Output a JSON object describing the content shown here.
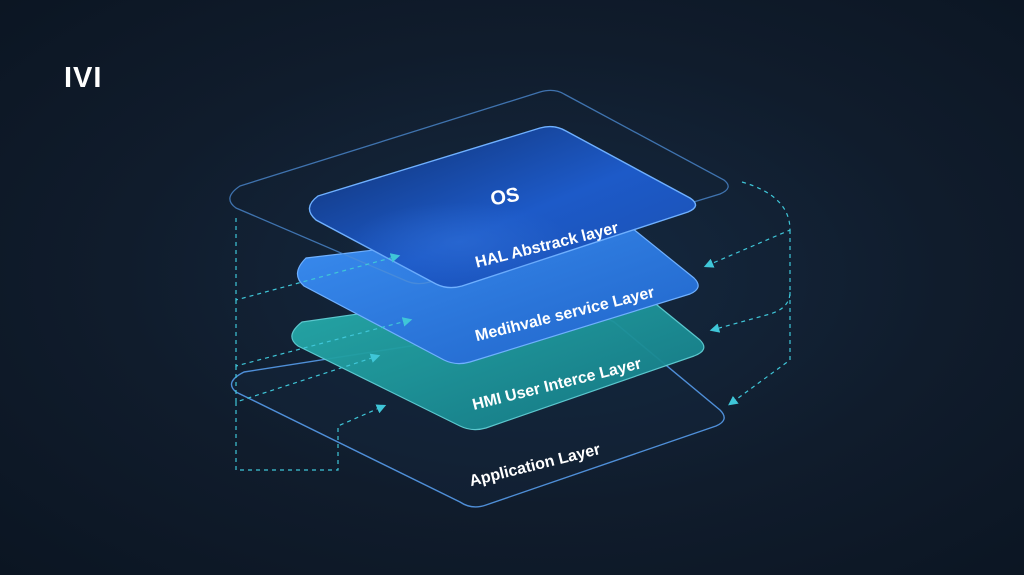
{
  "title": "IVI",
  "layers": [
    {
      "label": "OS"
    },
    {
      "label": "HAL Abstrack layer"
    },
    {
      "label": "Medihvale service Layer"
    },
    {
      "label": "HMI User Interce Layer"
    },
    {
      "label": "Application Layer"
    }
  ],
  "colors": {
    "background": "#101c2c",
    "outline": "#4f8fd8",
    "hal_fill": "#1c5ac4",
    "service_fill": "#2f7fe0",
    "hmi_fill": "#1f9a9e",
    "connector": "#3fc6d8"
  }
}
